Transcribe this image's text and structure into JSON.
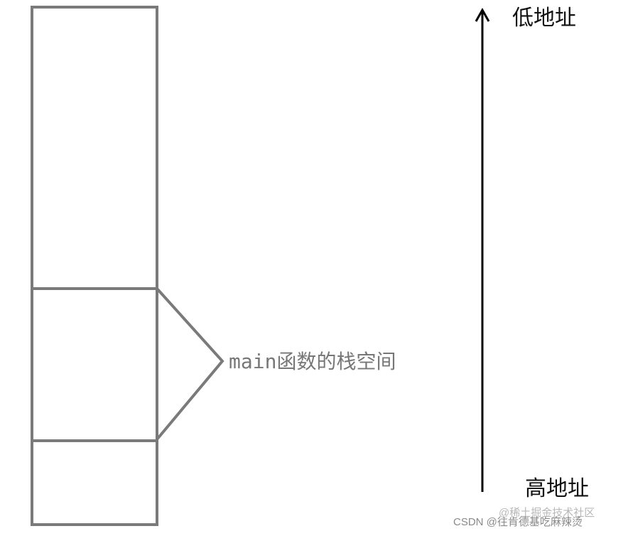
{
  "labels": {
    "low_address": "低地址",
    "high_address": "高地址",
    "main_prefix": "main",
    "main_suffix": "函数的栈空间"
  },
  "watermark": {
    "juejin": "@稀土掘金技术社区",
    "csdn": "CSDN @往肯德基吃麻辣烫"
  },
  "colors": {
    "frame": "#7a7a7a",
    "arrow": "#000000",
    "label_main": "#777777"
  }
}
